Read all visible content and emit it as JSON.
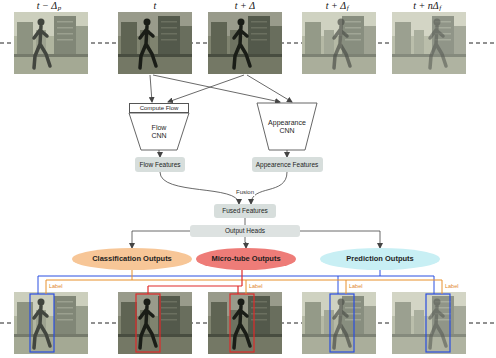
{
  "diagram": {
    "nodes": [
      {
        "text": [
          "Compute Flow"
        ]
      },
      {
        "text": [
          "Flow CNN"
        ]
      },
      {
        "text": [
          "Appearance CNN"
        ]
      },
      {
        "text": [
          "Flow Features"
        ]
      },
      {
        "text": [
          "Appearence Features"
        ]
      },
      {
        "text": [
          "Fused Features"
        ]
      },
      {
        "text": [
          "Output Heads"
        ]
      },
      {
        "text": [
          "Classification Outputs"
        ]
      },
      {
        "text": [
          "Micro-tube Outputs"
        ]
      },
      {
        "text": [
          "Prediction Outputs"
        ]
      }
    ],
    "edges": [
      {
        "from": 1,
        "to": 3,
        "arrow": "to"
      },
      {
        "from": 2,
        "to": 4,
        "arrow": "to"
      },
      {
        "from": 3,
        "to": 5,
        "arrow": "to"
      },
      {
        "from": 4,
        "to": 5,
        "arrow": "to"
      },
      {
        "from": 6,
        "to": 7,
        "arrow": "to"
      },
      {
        "from": 6,
        "to": 8,
        "arrow": "to"
      },
      {
        "from": 6,
        "to": 9,
        "arrow": "to"
      },
      {
        "from": 5,
        "to": 6,
        "arrow": "none"
      }
    ],
    "labels": [
      "t − Δ",
      "p",
      "t",
      "t + Δ",
      "t + Δ",
      "f",
      "t + nΔ",
      "f",
      "Fusion",
      "Label",
      "Label",
      "Label",
      "Label"
    ]
  }
}
